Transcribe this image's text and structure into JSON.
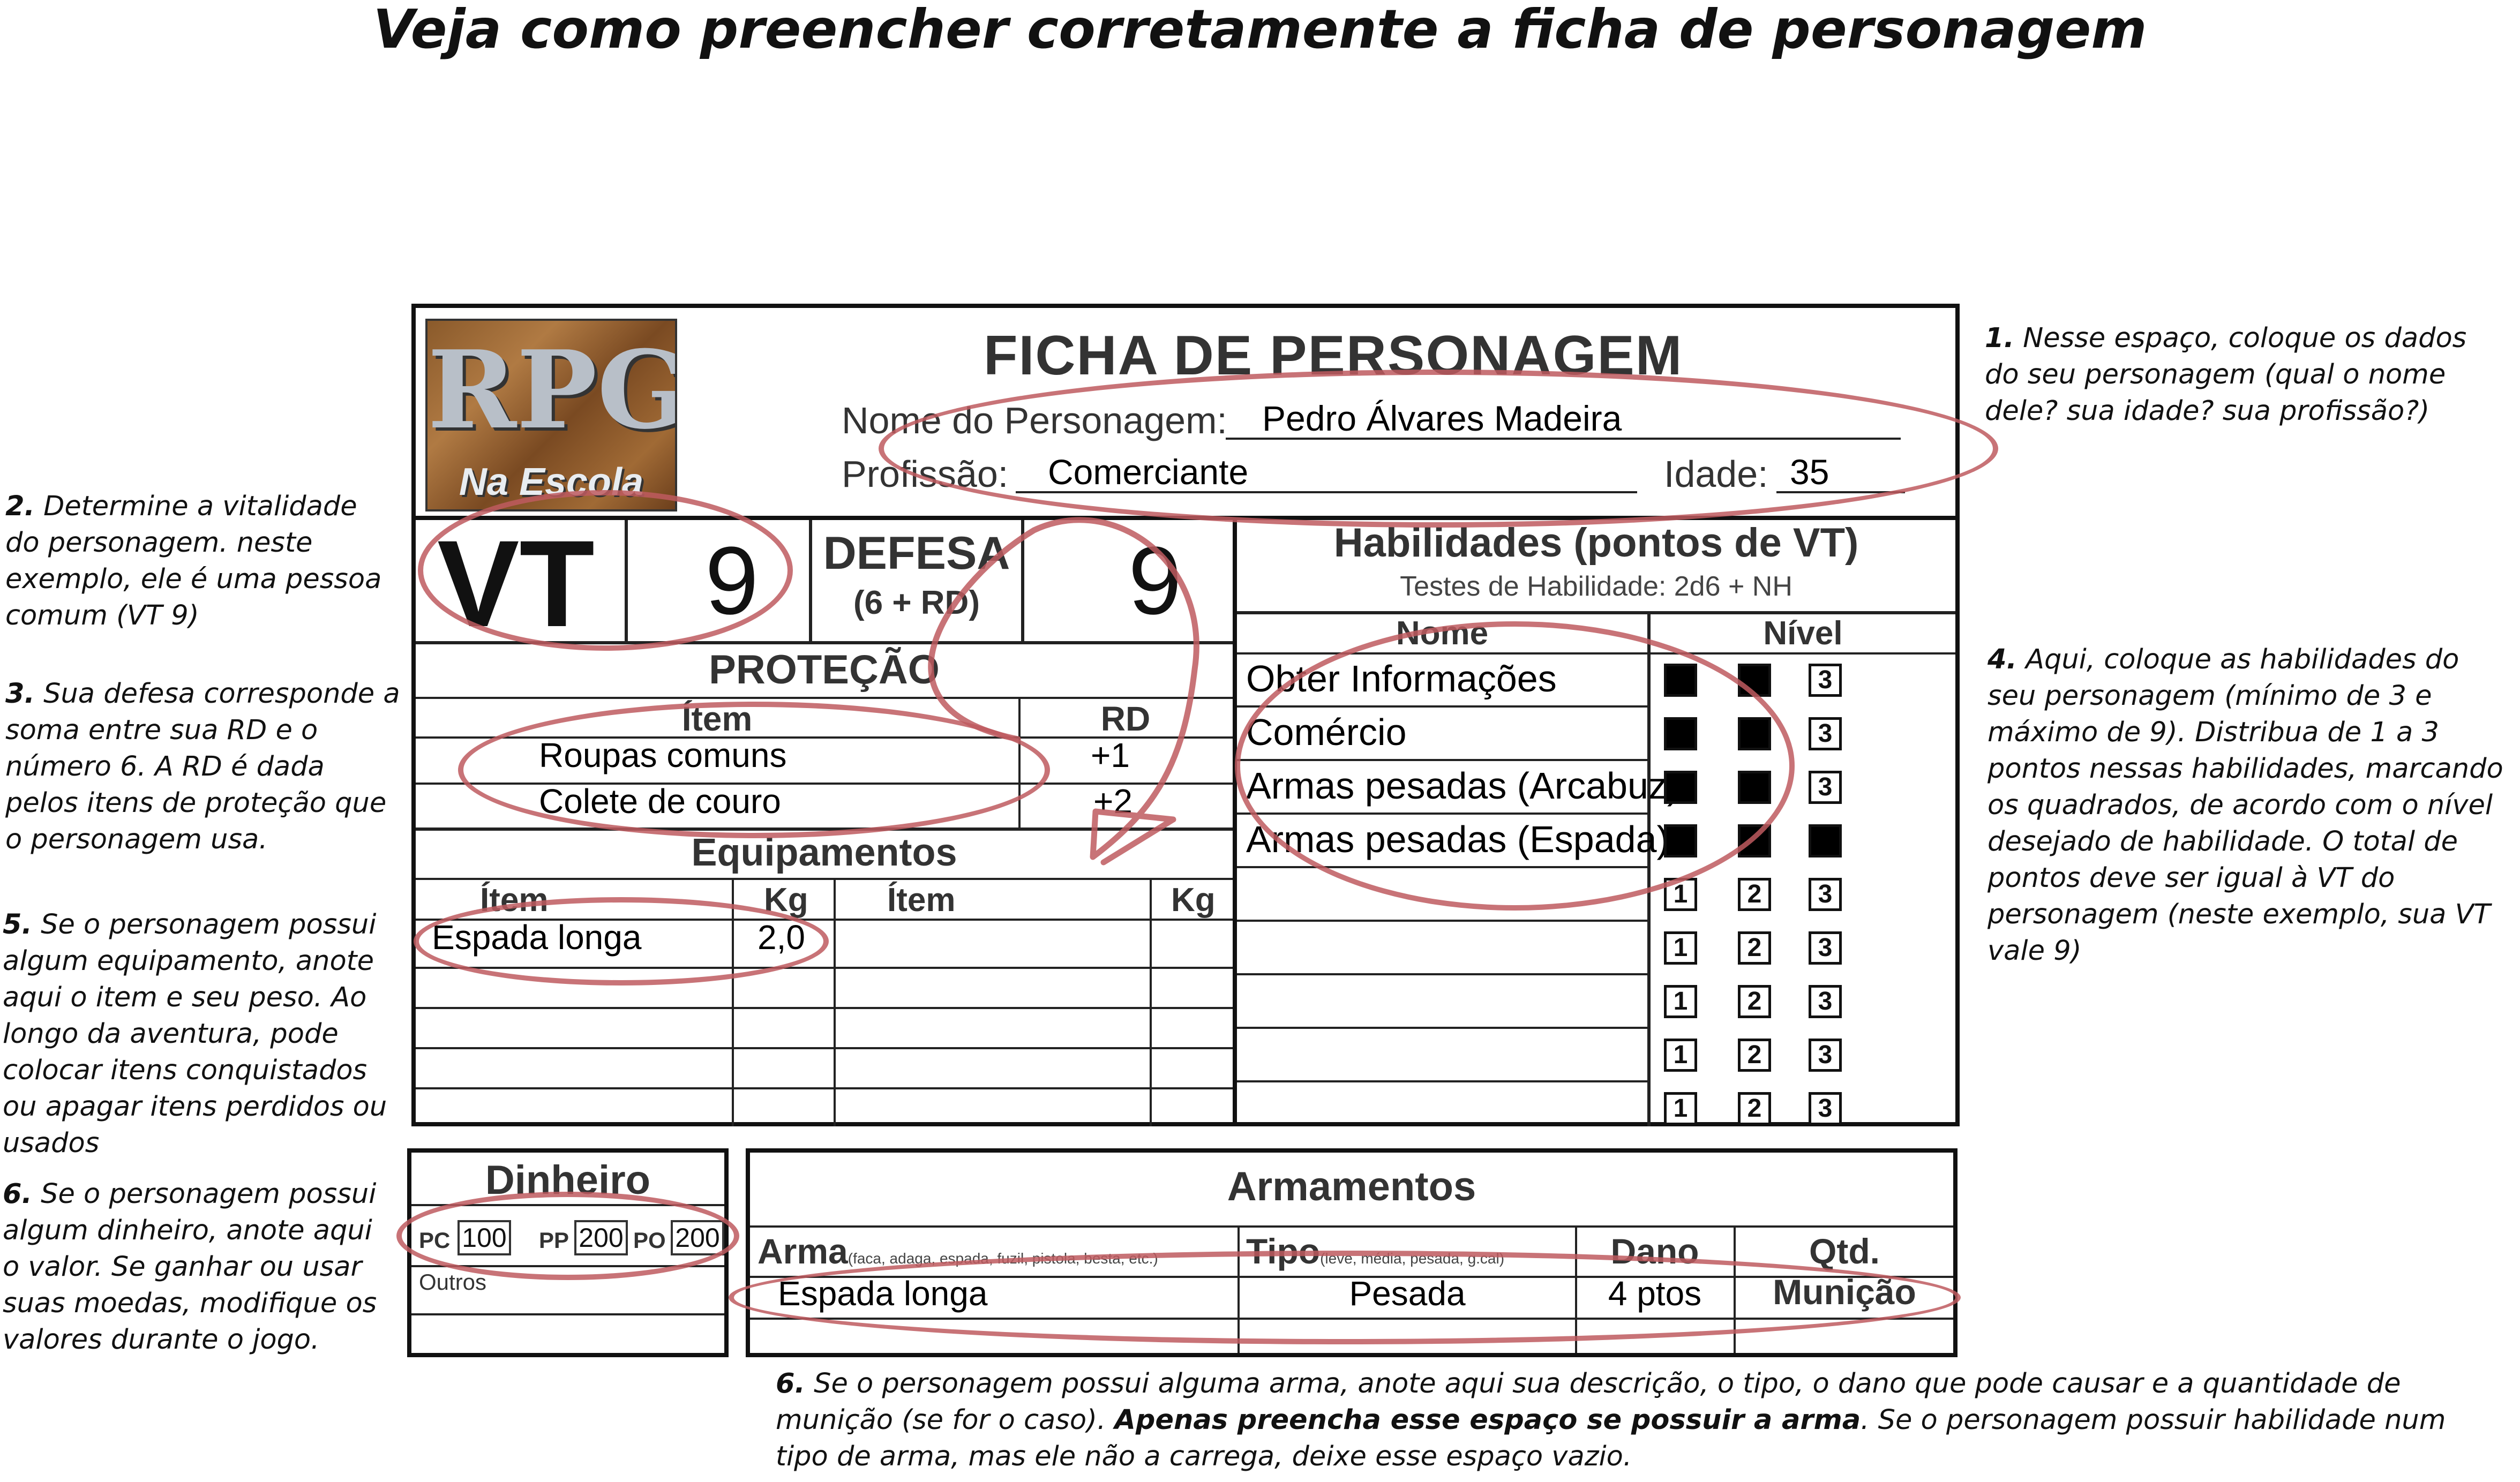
{
  "title": "Veja como preencher corretamente a ficha de personagem",
  "notes": {
    "n1": {
      "num": "1.",
      "text": " Nesse espaço, coloque os dados do seu personagem (qual o nome dele? sua idade? sua profissão?)"
    },
    "n2": {
      "num": "2.",
      "text": " Determine a vitalidade do personagem. neste exemplo, ele é uma pessoa comum (VT 9)"
    },
    "n3": {
      "num": "3.",
      "text": " Sua defesa corresponde a soma entre sua RD e o número 6. A RD é dada pelos itens de proteção que o personagem usa."
    },
    "n4": {
      "num": "4.",
      "text": " Aqui, coloque as habilidades do seu personagem (mínimo de 3 e máximo de 9). Distribua de 1 a 3 pontos nessas habilidades, marcando os quadrados, de acordo com o nível desejado de habilidade. O total de pontos deve ser igual à VT do personagem (neste exemplo, sua VT vale 9)"
    },
    "n5": {
      "num": "5.",
      "text": " Se o personagem possui algum equipamento, anote aqui o item e seu peso. Ao longo da aventura, pode colocar itens conquistados ou apagar itens perdidos ou usados"
    },
    "n6a": {
      "num": "6.",
      "text": " Se o personagem possui algum dinheiro, anote aqui o valor. Se ganhar ou usar suas moedas, modifique os valores durante o jogo."
    },
    "n6b": {
      "num": "6.",
      "text": " Se o personagem possui alguma arma, anote aqui sua descrição, o tipo, o dano que pode causar e a quantidade de munição (se for o caso). ",
      "bold": "Apenas preencha esse espaço se possuir a arma",
      "tail": ". Se o personagem possuir habilidade num tipo de arma, mas ele não a carrega, deixe esse espaço vazio."
    }
  },
  "sheet": {
    "logo_main": "RPG",
    "logo_sub": "Na Escola",
    "heading": "FICHA DE PERSONAGEM",
    "name_label": "Nome do Personagem:",
    "name_value": "Pedro Álvares Madeira",
    "prof_label": "Profissão:",
    "prof_value": "Comerciante",
    "age_label": "Idade:",
    "age_value": "35",
    "vt_label": "VT",
    "vt_value": "9",
    "def_label": "DEFESA",
    "def_formula": "(6 + RD)",
    "def_value": "9",
    "protection": {
      "title": "PROTEÇÃO",
      "col_item": "Ítem",
      "col_rd": "RD",
      "rows": [
        {
          "item": "Roupas comuns",
          "rd": "+1"
        },
        {
          "item": "Colete de couro",
          "rd": "+2"
        }
      ]
    },
    "equipment": {
      "title": "Equipamentos",
      "col_item": "Ítem",
      "col_kg": "Kg",
      "rows": [
        {
          "item": "Espada longa",
          "kg": "2,0"
        }
      ]
    },
    "skills": {
      "title": "Habilidades (pontos de VT)",
      "subtitle": "Testes de Habilidade: 2d6 + NH",
      "col_name": "Nome",
      "col_level": "Nível",
      "rows": [
        {
          "name": "Obter Informações",
          "level": 2
        },
        {
          "name": "Comércio",
          "level": 2
        },
        {
          "name": "Armas pesadas (Arcabuz)",
          "level": 2
        },
        {
          "name": "Armas pesadas (Espada)",
          "level": 3
        }
      ],
      "box_labels": [
        "1",
        "2",
        "3"
      ]
    },
    "money": {
      "title": "Dinheiro",
      "pc_label": "PC",
      "pc_value": "100",
      "pp_label": "PP",
      "pp_value": "200",
      "po_label": "PO",
      "po_value": "200",
      "others_label": "Outros"
    },
    "weapons": {
      "title": "Armamentos",
      "col_weapon": "Arma",
      "col_weapon_hint": "(faca, adaga, espada, fuzil, pistola, besta, etc.)",
      "col_type": "Tipo",
      "col_type_hint": "(leve, média, pesada, g.cal)",
      "col_damage": "Dano",
      "col_ammo": "Qtd. Munição",
      "rows": [
        {
          "weapon": "Espada longa",
          "type": "Pesada",
          "damage": "4 ptos",
          "ammo": ""
        }
      ]
    }
  }
}
